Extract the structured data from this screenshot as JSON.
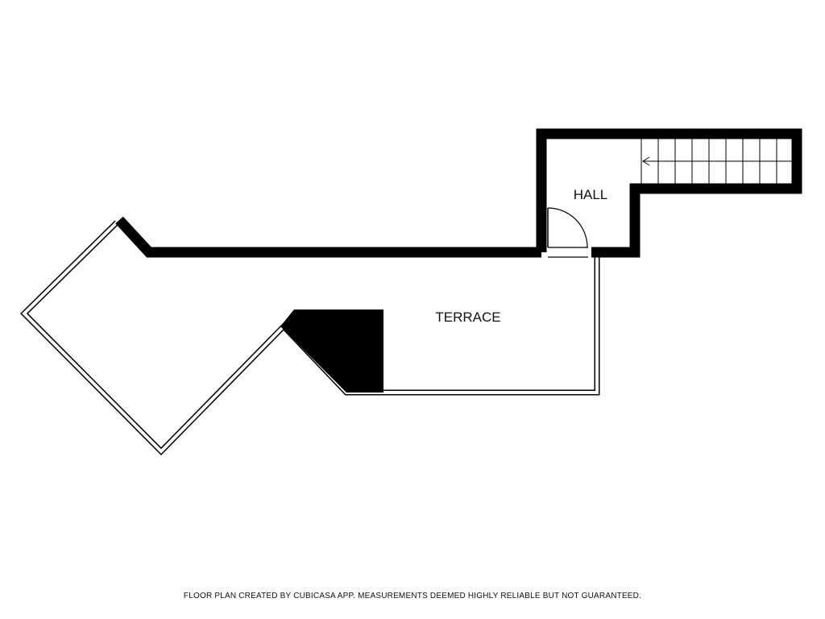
{
  "rooms": {
    "hall": {
      "label": "HALL"
    },
    "terrace": {
      "label": "TERRACE"
    }
  },
  "footer": {
    "disclaimer": "FLOOR PLAN CREATED BY CUBICASA APP. MEASUREMENTS DEEMED HIGHLY RELIABLE BUT NOT GUARANTEED."
  },
  "colors": {
    "wall": "#000000",
    "background": "#ffffff"
  },
  "icons": {
    "stair_direction": "arrow-left-icon",
    "door": "door-swing-icon"
  }
}
